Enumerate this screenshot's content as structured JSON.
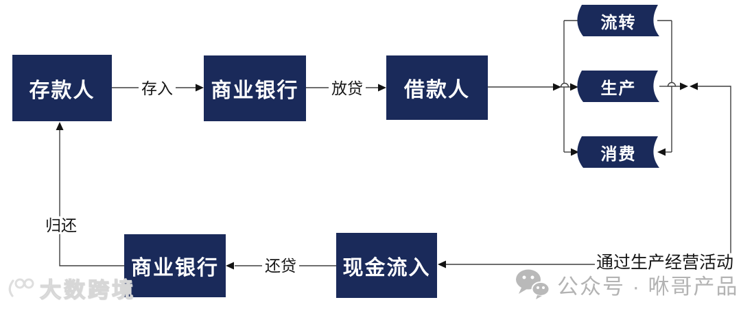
{
  "diagram": {
    "nodes": {
      "depositor": {
        "label": "存款人"
      },
      "commercial_bank_top": {
        "label": "商业银行"
      },
      "borrower": {
        "label": "借款人"
      },
      "circulation": {
        "label": "流转"
      },
      "production": {
        "label": "生产"
      },
      "consumption": {
        "label": "消费"
      },
      "cash_inflow": {
        "label": "现金流入"
      },
      "commercial_bank_bottom": {
        "label": "商业银行"
      }
    },
    "edge_labels": {
      "deposit": "存入",
      "lend": "放贷",
      "repay_loan": "还贷",
      "give_back": "归还",
      "via_production_activities": "通过生产经营活动"
    },
    "colors": {
      "node_fill": "#1a2a5a",
      "node_text": "#ffffff",
      "line": "#3d3d3d",
      "arrowhead": "#131313",
      "label_text": "#161616",
      "watermark_gray": "#b3b3b3"
    }
  },
  "watermarks": {
    "bottom_left": {
      "icon": "dashu-kuajing-logo-icon",
      "text": "大数跨境"
    },
    "bottom_right": {
      "icon": "wechat-icon",
      "text": "公众号 · 咻哥产品"
    }
  }
}
